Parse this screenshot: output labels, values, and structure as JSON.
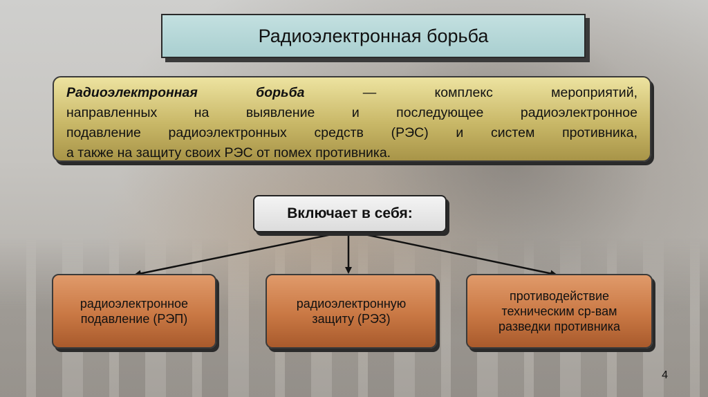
{
  "title": "Радиоэлектронная борьба",
  "definition": {
    "term": "Радиоэлектронная борьба",
    "line1_rest": " — комплекс мероприятий,",
    "line2": "направленных на выявление и последующее радиоэлектронное",
    "line3": "подавление радиоэлектронных средств (РЭС) и систем противника,",
    "line4": "а также на защиту своих РЭС от помех противника."
  },
  "includes_label": "Включает в себя:",
  "components": [
    {
      "line1": "радиоэлектронное",
      "line2": "подавление (РЭП)"
    },
    {
      "line1": "радиоэлектронную",
      "line2": "защиту (РЭЗ)"
    },
    {
      "line1": "противодействие",
      "line2": "техническим ср-вам",
      "line3": "разведки противника"
    }
  ],
  "page_number": "4"
}
